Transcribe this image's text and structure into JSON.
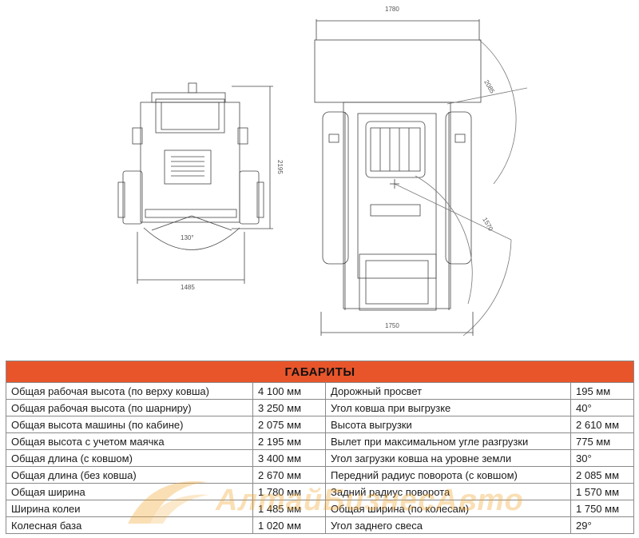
{
  "drawing": {
    "dims": {
      "top_width": "1780",
      "radius_outer": "2085",
      "height": "2195",
      "angle": "130°",
      "radius_front": "1570",
      "track_width": "1485",
      "wheel_width": "1750"
    }
  },
  "table": {
    "title": "ГАБАРИТЫ",
    "rows": [
      [
        "Общая рабочая высота (по верху ковша)",
        "4 100 мм",
        "Дорожный просвет",
        "195 мм"
      ],
      [
        "Общая рабочая высота (по шарниру)",
        "3 250 мм",
        "Угол ковша при выгрузке",
        "40°"
      ],
      [
        "Общая высота машины (по кабине)",
        "2 075 мм",
        "Высота выгрузки",
        "2 610 мм"
      ],
      [
        "Общая высота с учетом маячка",
        "2 195 мм",
        "Вылет при максимальном угле разгрузки",
        "775 мм"
      ],
      [
        "Общая длина (с ковшом)",
        "3 400 мм",
        "Угол загрузки ковша на уровне земли",
        "30°"
      ],
      [
        "Общая длина (без ковша)",
        "2 670 мм",
        "Передний радиус поворота (с ковшом)",
        "2 085 мм"
      ],
      [
        "Общая ширина",
        "1 780 мм",
        "Задний радиус поворота",
        "1 570 мм"
      ],
      [
        "Ширина колеи",
        "1 485 мм",
        "Общая ширина (по колесам)",
        "1 750 мм"
      ],
      [
        "Колесная база",
        "1 020 мм",
        "Угол заднего свеса",
        "29°"
      ]
    ]
  },
  "watermark": {
    "text": "АлтайБизнесАвто",
    "color": "#f2a52e"
  }
}
